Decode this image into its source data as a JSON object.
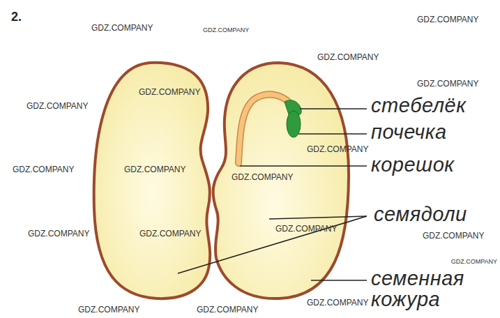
{
  "diagram": {
    "labels": [
      "2.",
      "стебелёк",
      "почечка",
      "корешок",
      "семядоли",
      "семенная кожура",
      "GDZ.COMPANY",
      "GDZ.COMPANY",
      "GDZ.COMPANY",
      "GDZ.COMPANY",
      "GDZ.COMPANY",
      "GDZ.COMPANY",
      "GDZ.COMPANY",
      "GDZ.COMPANY",
      "GDZ.COMPANY",
      "GDZ.COMPANY",
      "GDZ.COMPANY",
      "GDZ.COMPANY",
      "GDZ.COMPANY",
      "GDZ.COMPANY",
      "GDZ.COMPANY",
      "GDZ.COMPANY",
      "GDZ.COMPANY",
      "GDZ.COMPANY",
      "GDZ.COMPANY"
    ]
  }
}
